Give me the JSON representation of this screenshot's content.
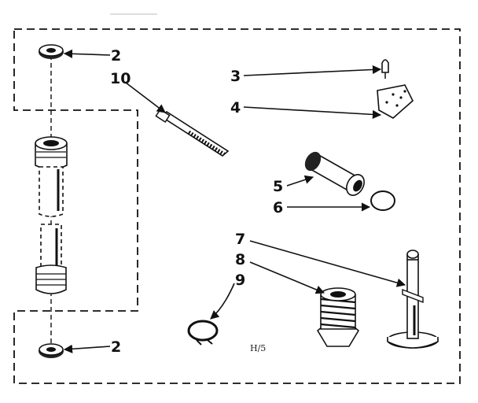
{
  "callouts": {
    "washer_top": "2",
    "hose_clip": "10",
    "screw": "3",
    "bracket": "4",
    "foot_body": "5",
    "snap_ring": "6",
    "leveling_leg": "7",
    "leg_nut": "8",
    "retaining_ring": "9",
    "washer_bottom": "2"
  },
  "page_mark": "H/5",
  "colors": {
    "ink": "#111111",
    "paper": "#ffffff"
  }
}
